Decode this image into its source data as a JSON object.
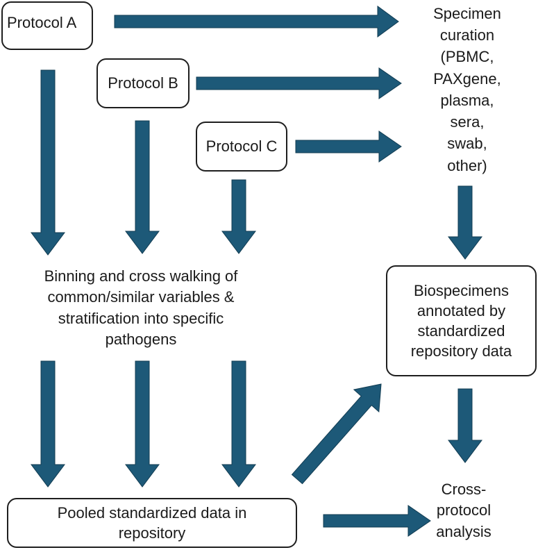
{
  "nodes": {
    "protocol_a": "Protocol A",
    "protocol_b": "Protocol B",
    "protocol_c": "Protocol C",
    "specimen_curation": "Specimen\ncuration\n(PBMC,\nPAXgene,\nplasma,\nsera,\nswab,\nother)",
    "binning": "Binning and cross walking of\ncommon/similar variables &\nstratification into specific\npathogens",
    "biospecimens": "Biospecimens\nannotated by\nstandardized\nrepository data",
    "pooled": "Pooled standardized data  in\nrepository",
    "cross_protocol": "Cross-\nprotocol\nanalysis"
  },
  "colors": {
    "arrow": "#1d5978",
    "arrow_outline": "#123c52",
    "box_border": "#1e1e1e"
  }
}
